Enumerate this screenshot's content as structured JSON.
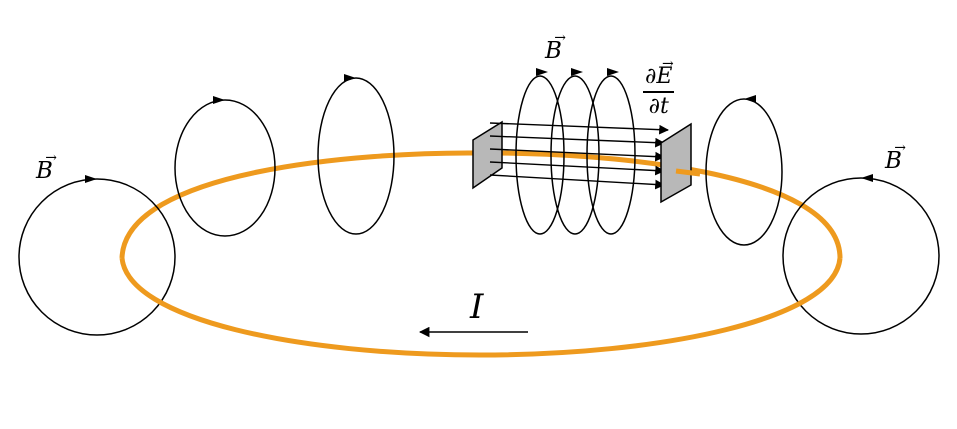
{
  "labels": {
    "b_left": "B",
    "b_top": "B",
    "b_right": "B",
    "dE": "∂E",
    "dt": "∂t",
    "current": "I"
  },
  "colors": {
    "wire": "#EE9A1E",
    "plate": "#B8B8B8",
    "ink": "#000000"
  }
}
